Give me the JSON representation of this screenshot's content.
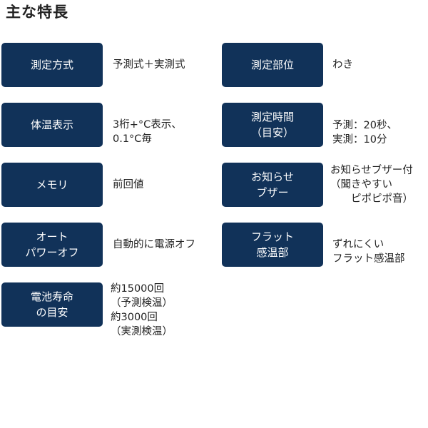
{
  "title": "主な特長",
  "colors": {
    "label_bg": "#113259",
    "label_text": "#ffffff",
    "value_text": "#222222"
  },
  "features": {
    "measure_method": {
      "label": "測定方式",
      "value": "予測式＋実測式"
    },
    "measure_site": {
      "label": "測定部位",
      "value": "わき"
    },
    "display": {
      "label": "体温表示",
      "value": "3桁+°C表示、\n0.1°C毎"
    },
    "measure_time": {
      "label": "測定時間\n（目安）",
      "value": "予測：20秒、\n実測：10分"
    },
    "memory": {
      "label": "メモリ",
      "value": "前回値"
    },
    "buzzer": {
      "label": "お知らせ\nブザー",
      "value": "お知らせブザー付\n（聞きやすい\n　　ピポピポ音）"
    },
    "auto_off": {
      "label": "オート\nパワーオフ",
      "value": "自動的に電源オフ"
    },
    "sensor": {
      "label": "フラット\n感温部",
      "value": "ずれにくい\nフラット感温部"
    },
    "battery": {
      "label": "電池寿命\nの目安",
      "value": "約15000回\n（予測検温）\n約3000回\n（実測検温）"
    }
  }
}
